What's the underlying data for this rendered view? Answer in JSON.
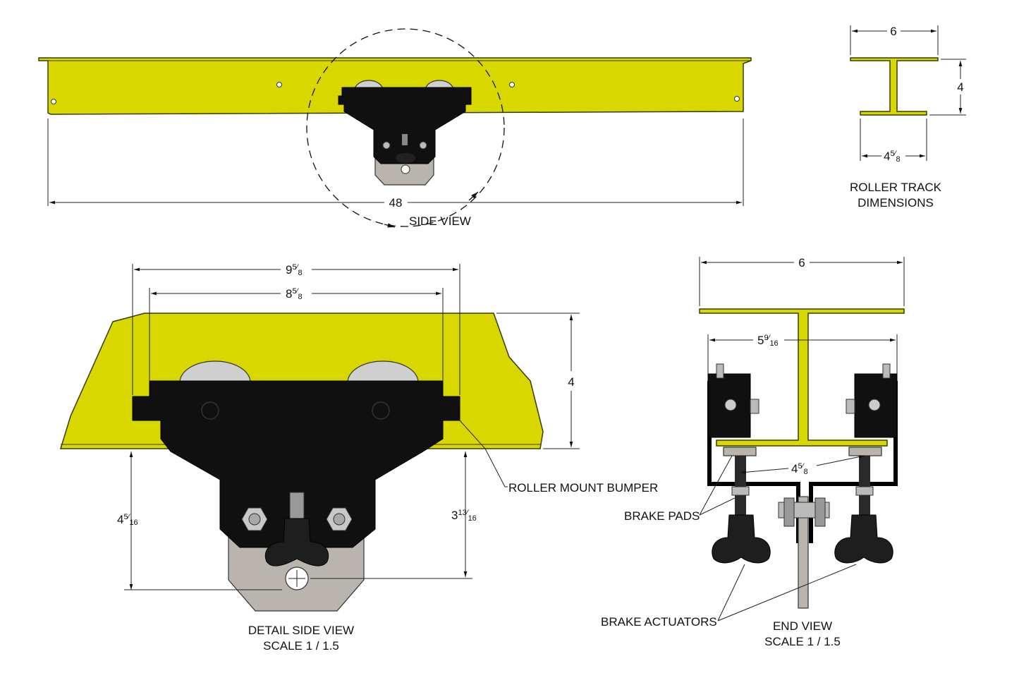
{
  "labels": {
    "side_view": "SIDE VIEW",
    "roller_track_line1": "ROLLER TRACK",
    "roller_track_line2": "DIMENSIONS",
    "detail_line1": "DETAIL  SIDE VIEW",
    "detail_line2": "SCALE 1 / 1.5",
    "end_line1": "END VIEW",
    "end_line2": "SCALE 1 / 1.5",
    "roller_mount_bumper": "ROLLER MOUNT BUMPER",
    "brake_pads": "BRAKE PADS",
    "brake_actuators": "BRAKE ACTUATORS"
  },
  "dimensions": {
    "side_length": "48",
    "track_width": "6",
    "track_height": "4",
    "track_base_whole": "4",
    "track_base_num": "5",
    "track_base_den": "8",
    "detail_outer_whole": "9",
    "detail_outer_num": "5",
    "detail_outer_den": "8",
    "detail_inner_whole": "8",
    "detail_inner_num": "5",
    "detail_inner_den": "8",
    "detail_height": "4",
    "detail_left_whole": "4",
    "detail_left_num": "5",
    "detail_left_den": "16",
    "detail_right_whole": "3",
    "detail_right_num": "13",
    "detail_right_den": "16",
    "end_width": "6",
    "end_inner_whole": "5",
    "end_inner_num": "9",
    "end_inner_den": "16",
    "end_pad_whole": "4",
    "end_pad_num": "5",
    "end_pad_den": "8"
  },
  "colors": {
    "track_yellow": "#d8d800",
    "trolley_black": "#101010",
    "plate_gray": "#b9b4ae"
  }
}
